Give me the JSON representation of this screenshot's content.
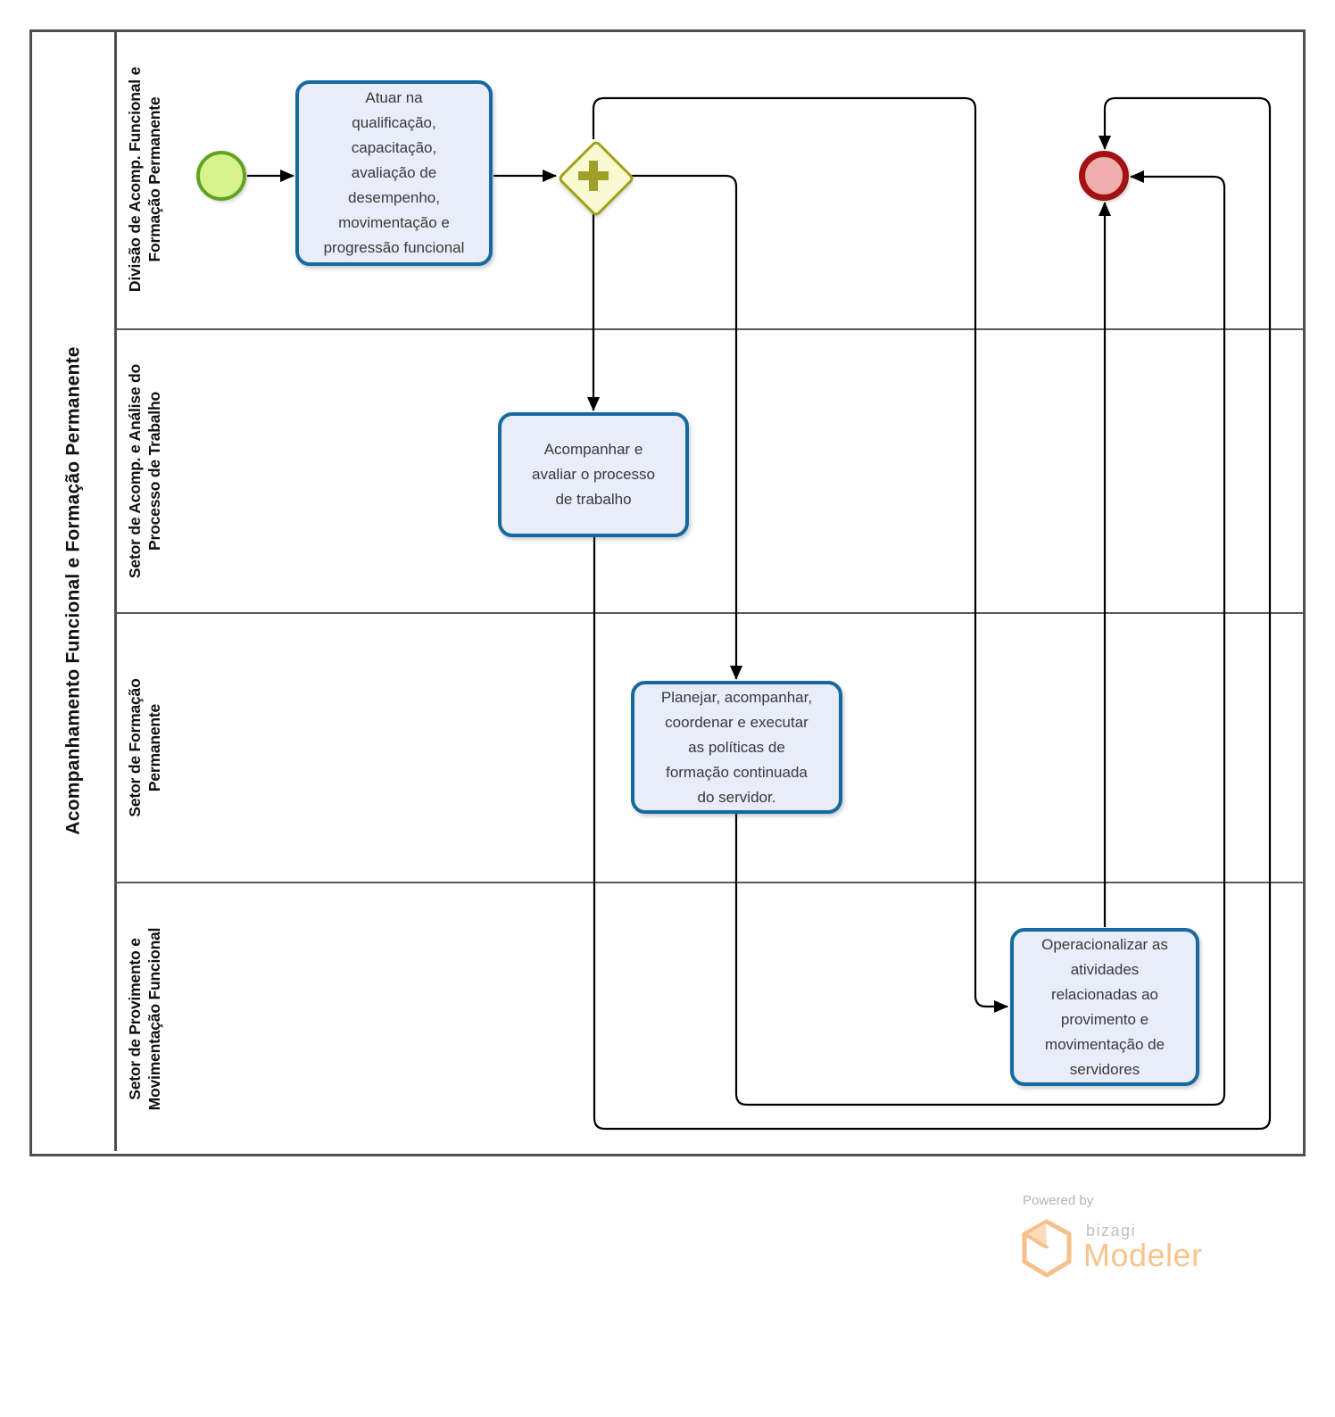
{
  "pool": {
    "title": "Acompanhamento Funcional e Formação Permanente",
    "lanes": [
      {
        "label": "Divisão de Acomp. Funcional e\nFormação Permanente"
      },
      {
        "label": "Setor de Acomp. e Análise do\nProcesso de Trabalho"
      },
      {
        "label": "Setor de Formação\nPermanente"
      },
      {
        "label": "Setor de Provimento e\nMovimentação Funcional"
      }
    ]
  },
  "tasks": [
    {
      "name": "task-atuar",
      "label": "Atuar na\nqualificação,\ncapacitação,\navaliação de\ndesempenho,\nmovimentação e\nprogressão funcional"
    },
    {
      "name": "task-acompanhar",
      "label": "Acompanhar e\navaliar o processo\nde trabalho"
    },
    {
      "name": "task-planejar",
      "label": "Planejar, acompanhar,\ncoordenar e executar\nas políticas de\nformação continuada\ndo servidor."
    },
    {
      "name": "task-operacionalizar",
      "label": "Operacionalizar as\natividades\nrelacionadas ao\nprovimento e\nmovimentação de\nservidores"
    }
  ],
  "events": {
    "start": {
      "type": "start-event"
    },
    "end": {
      "type": "end-event"
    }
  },
  "gateway": {
    "type": "parallel-gateway",
    "symbol": "+"
  },
  "branding": {
    "powered_by": "Powered by",
    "brand": "bizagi",
    "product": "Modeler"
  },
  "colors": {
    "task_border": "#16699e",
    "task_fill": "#e9ecf9",
    "start_stroke": "#5fa321",
    "start_fill": "#d8f28e",
    "gateway_stroke": "#a1a117",
    "gateway_fill": "#fafad2",
    "gateway_plus": "#9fa02a",
    "end_stroke": "#a31212",
    "end_fill": "#efadad",
    "flow_line": "#000000",
    "lane_line": "#5a5a5a",
    "brand_orange": "#f9c38c",
    "brand_gray": "#b5b5b5"
  }
}
